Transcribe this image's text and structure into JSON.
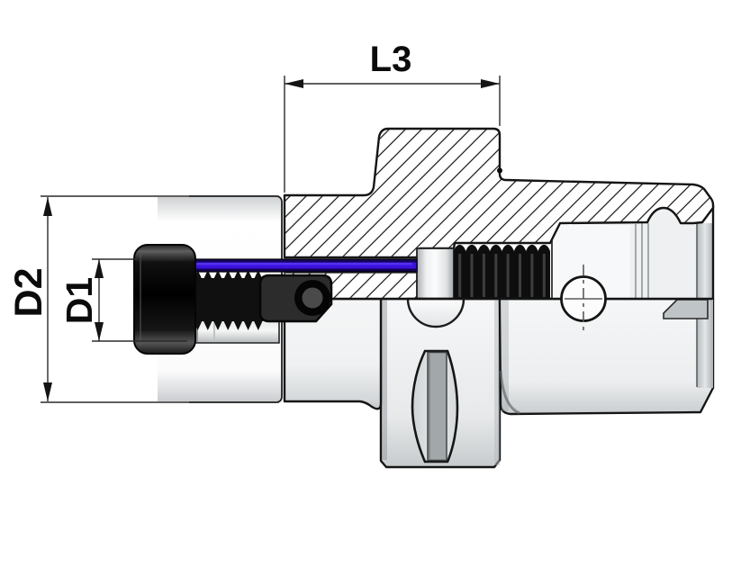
{
  "drawing": {
    "type": "technical-section-drawing",
    "dimension_labels": {
      "l3": "L3",
      "d2": "D2",
      "d1": "D1"
    },
    "colors": {
      "background": "#ffffff",
      "outline": "#151515",
      "hatch_line": "#202020",
      "dimension_line": "#2b2b2b",
      "coolant_tube_blue": "#3b11de",
      "thread_black": "#0e0e0e",
      "clamp_gray": "#2c2c2c",
      "slot_key_gray": "#a2a7aa",
      "steel_shadow": "#cdd1d3"
    }
  }
}
